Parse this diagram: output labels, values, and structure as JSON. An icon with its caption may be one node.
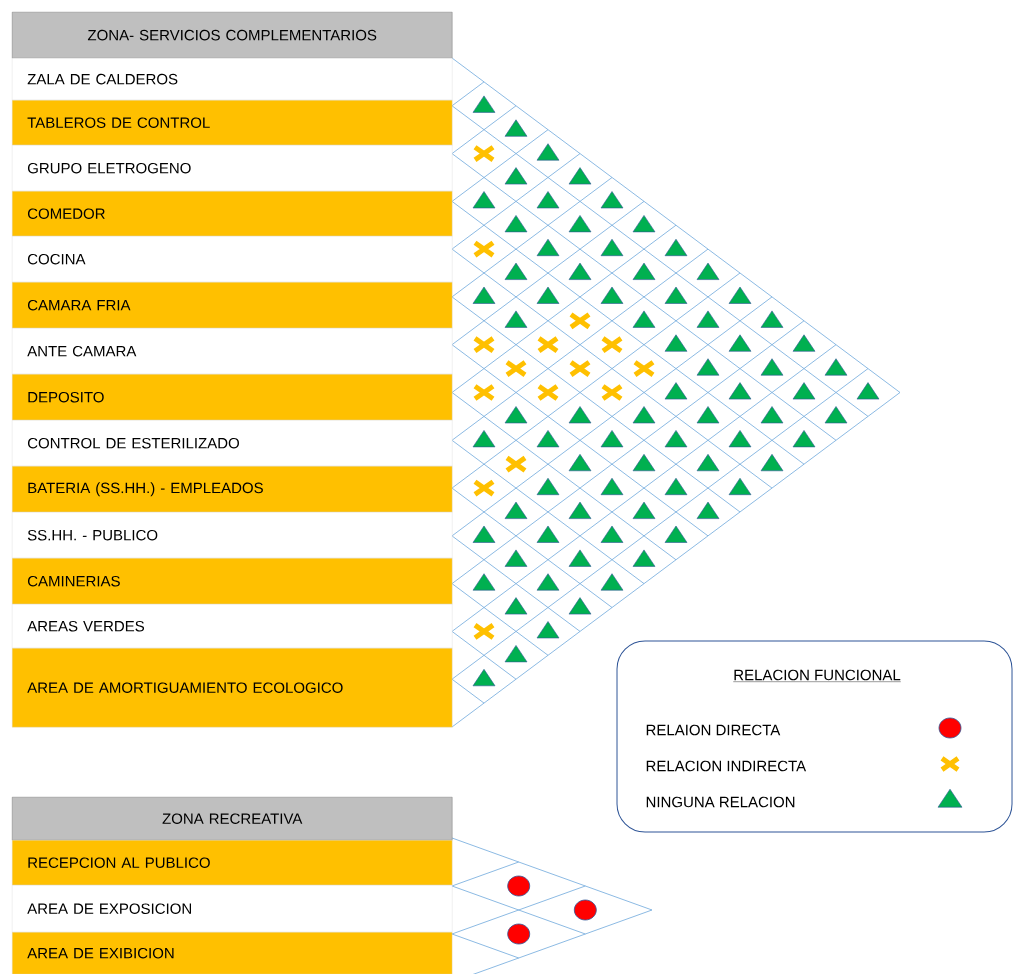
{
  "diagram": {
    "nodes": [
      {
        "text": [
          "ZONA- SERVICIOS COMPLEMENTARIOS"
        ]
      },
      {
        "text": [
          "ZALA DE CALDEROS"
        ]
      },
      {
        "text": [
          "TABLEROS DE CONTROL"
        ]
      },
      {
        "text": [
          "GRUPO ELETROGENO"
        ]
      },
      {
        "text": [
          "COMEDOR"
        ]
      },
      {
        "text": [
          "COCINA"
        ]
      },
      {
        "text": [
          "CAMARA FRIA"
        ]
      },
      {
        "text": [
          "ANTE CAMARA"
        ]
      },
      {
        "text": [
          "DEPOSITO"
        ]
      },
      {
        "text": [
          "CONTROL DE ESTERILIZADO"
        ]
      },
      {
        "text": [
          "BATERIA (SS.HH.) - EMPLEADOS"
        ]
      },
      {
        "text": [
          "SS.HH. - PUBLICO"
        ]
      },
      {
        "text": [
          "CAMINERIAS"
        ]
      },
      {
        "text": [
          "AREAS VERDES"
        ]
      },
      {
        "text": [
          "AREA DE AMORTIGUAMIENTO ECOLOGICO"
        ]
      },
      {
        "text": [
          "ZONA RECREATIVA"
        ]
      },
      {
        "text": [
          "RECEPCION AL PUBLICO"
        ]
      },
      {
        "text": [
          "AREA DE EXPOSICION"
        ]
      },
      {
        "text": [
          "AREA DE EXIBICION"
        ]
      }
    ],
    "labels": [
      "RELACION FUNCIONAL"
    ],
    "legend": [
      {
        "text": "RELAION DIRECTA"
      },
      {
        "text": "RELACION INDIRECTA"
      },
      {
        "text": "NINGUNA RELACION"
      }
    ]
  }
}
